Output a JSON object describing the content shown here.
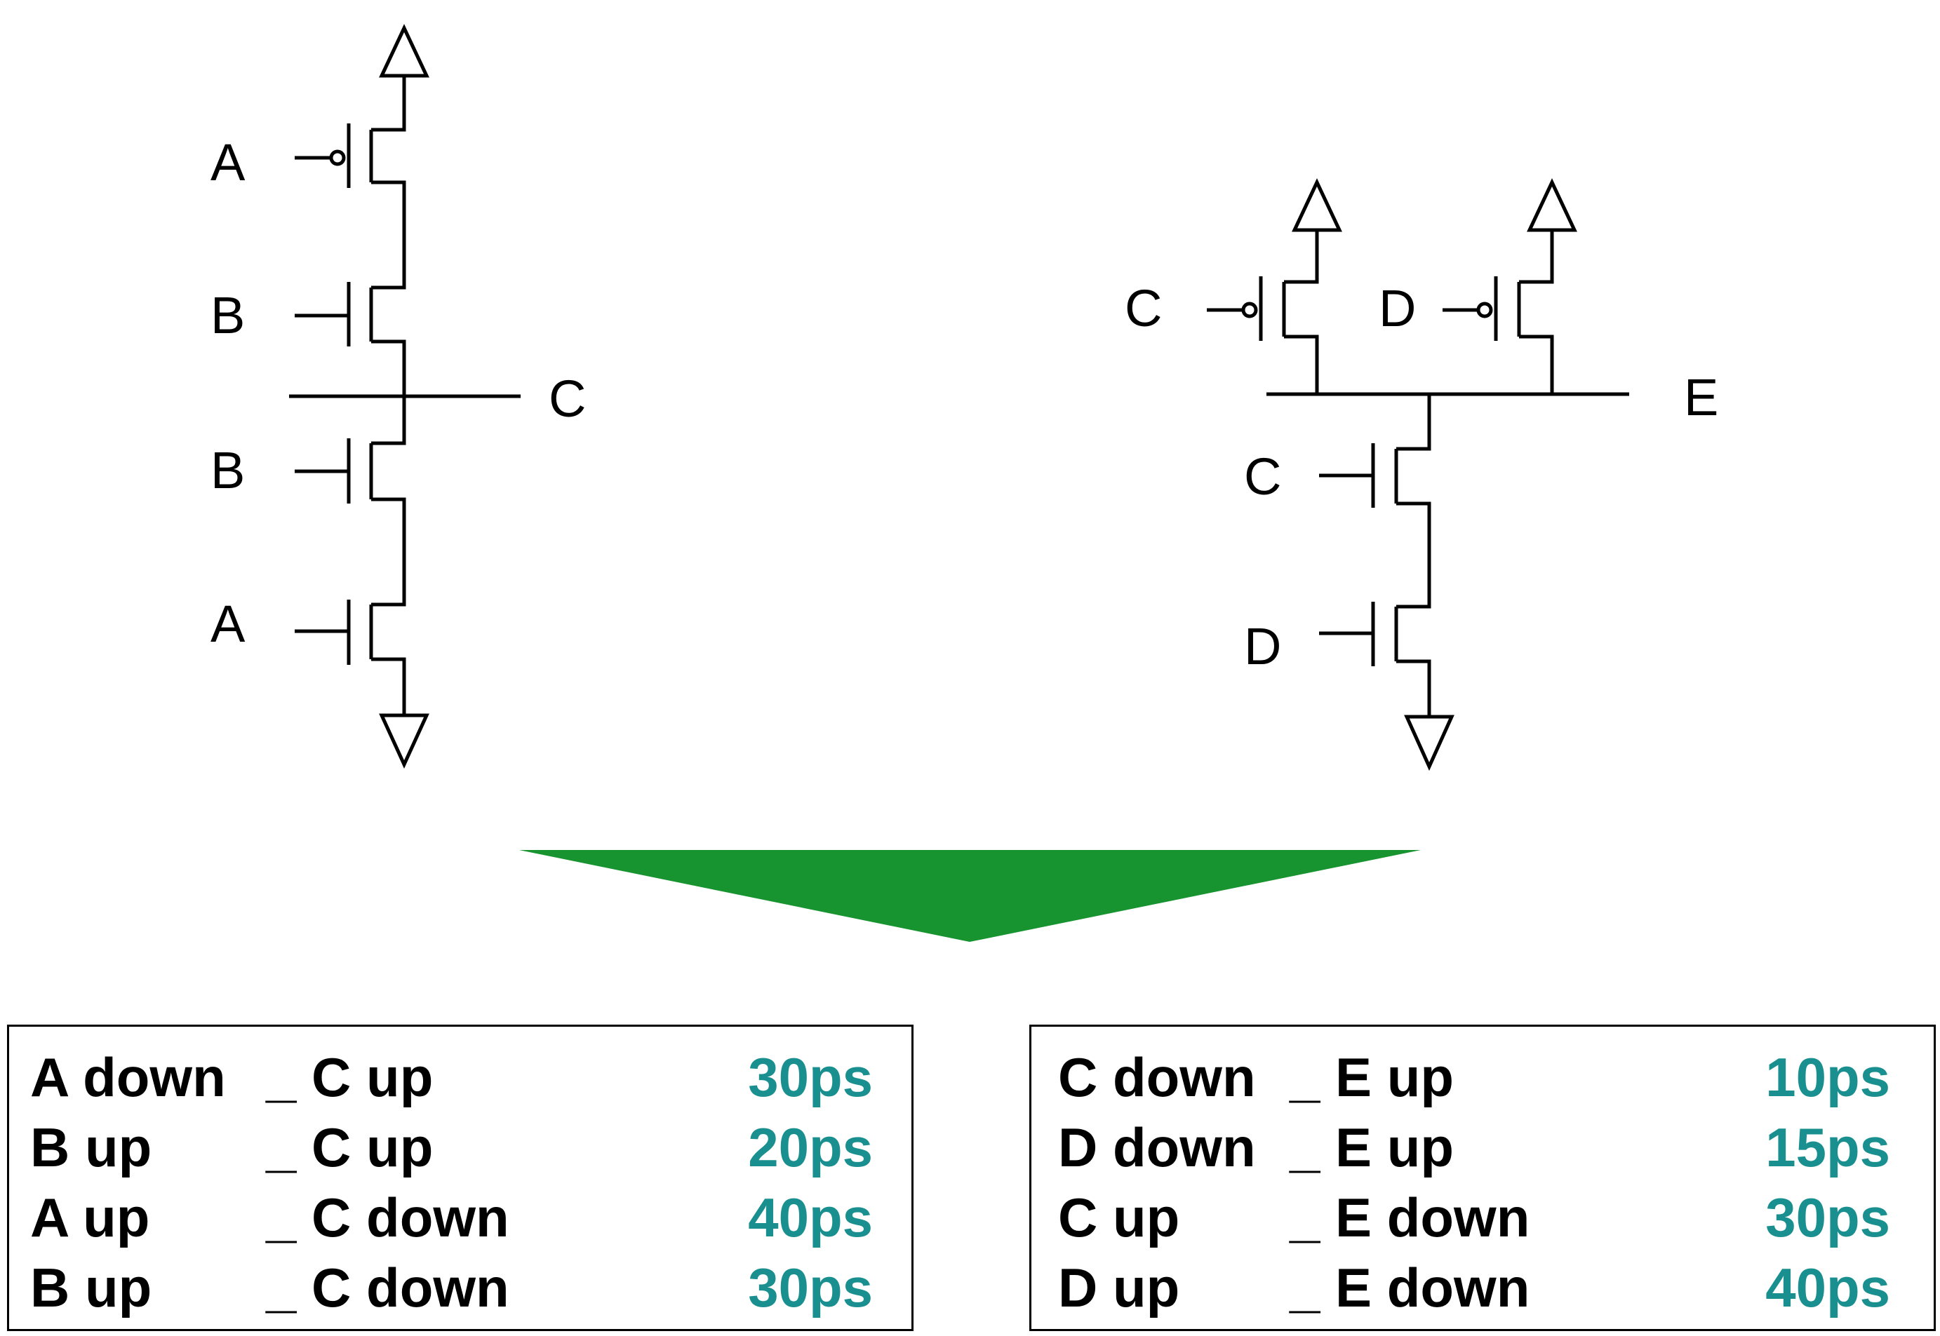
{
  "left_gate": {
    "pmos_labels": [
      "A",
      "B"
    ],
    "nmos_labels": [
      "B",
      "A"
    ],
    "output_label": "C"
  },
  "right_gate": {
    "pmos_labels": [
      "C",
      "D"
    ],
    "nmos_labels": [
      "C",
      "D"
    ],
    "output_label": "E"
  },
  "colors": {
    "arrow": "#17932f",
    "delay": "#1a8f8f",
    "wire": "#000000"
  },
  "left_table": {
    "rows": [
      {
        "input": "A down",
        "output": "_ C up",
        "delay": "30ps"
      },
      {
        "input": "B up",
        "output": "_ C up",
        "delay": "20ps"
      },
      {
        "input": "A up",
        "output": "_ C down",
        "delay": "40ps"
      },
      {
        "input": "B up",
        "output": "_ C down",
        "delay": "30ps"
      }
    ]
  },
  "right_table": {
    "rows": [
      {
        "input": "C down",
        "output": "_ E up",
        "delay": "10ps"
      },
      {
        "input": "D down",
        "output": "_ E up",
        "delay": "15ps"
      },
      {
        "input": "C up",
        "output": "_ E down",
        "delay": "30ps"
      },
      {
        "input": "D up",
        "output": "_ E down",
        "delay": "40ps"
      }
    ]
  }
}
